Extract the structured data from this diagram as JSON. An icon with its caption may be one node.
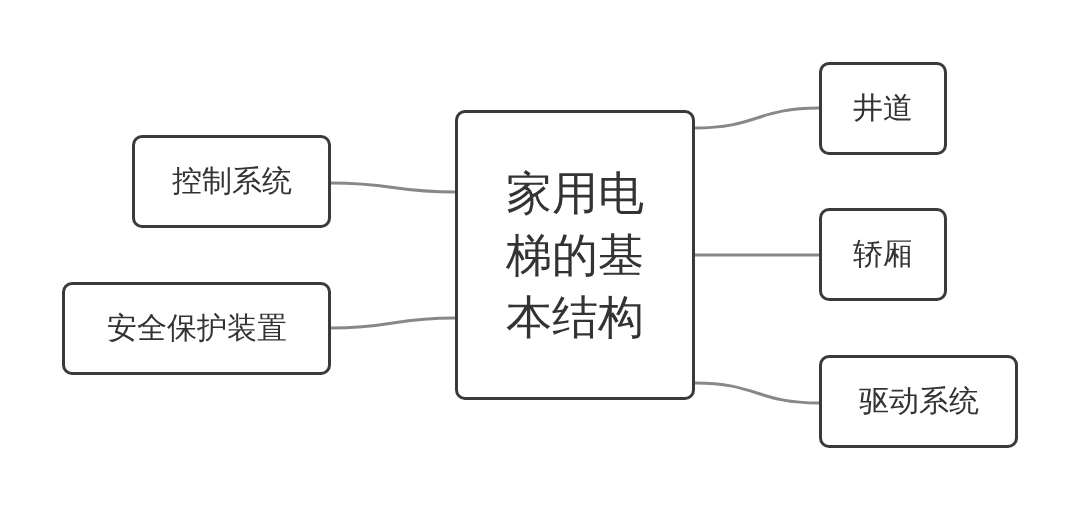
{
  "diagram": {
    "nodes": [
      {
        "text": [
          "家用电梯的基本结构"
        ]
      },
      {
        "text": [
          "控制系统"
        ]
      },
      {
        "text": [
          "安全保护装置"
        ]
      },
      {
        "text": [
          "井道"
        ]
      },
      {
        "text": [
          "轿厢"
        ]
      },
      {
        "text": [
          "驱动系统"
        ]
      }
    ],
    "edges": [
      {
        "from": 0,
        "to": 1,
        "arrow": "none"
      },
      {
        "from": 0,
        "to": 2,
        "arrow": "none"
      },
      {
        "from": 0,
        "to": 3,
        "arrow": "none"
      },
      {
        "from": 0,
        "to": 4,
        "arrow": "none"
      },
      {
        "from": 0,
        "to": 5,
        "arrow": "none"
      }
    ]
  }
}
